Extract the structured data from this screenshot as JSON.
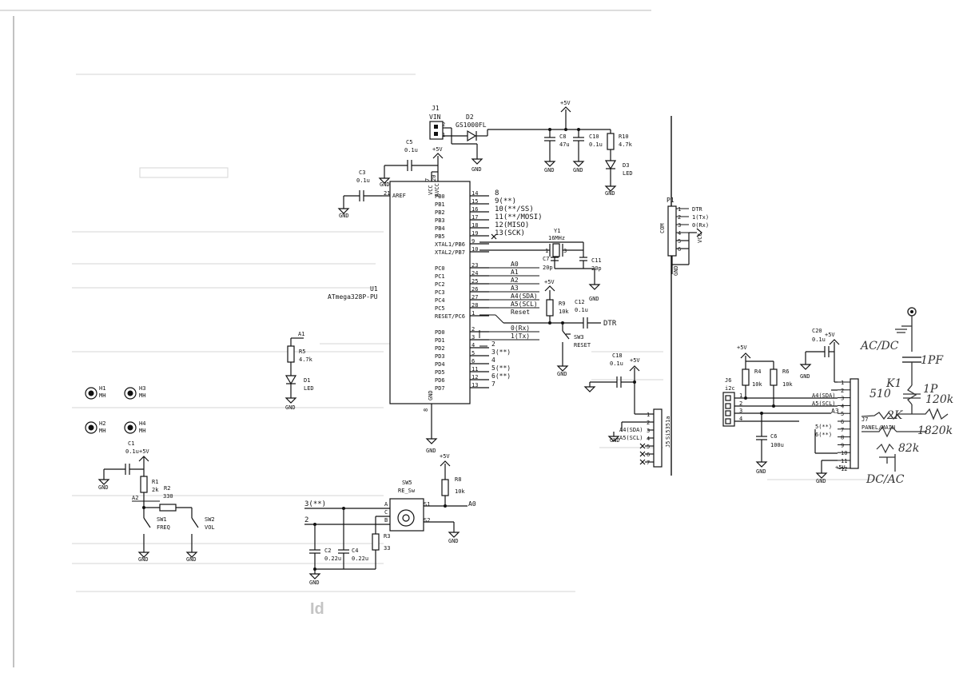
{
  "mcu": {
    "ref": "U1",
    "value": "ATmega328P-PU",
    "left_pins": [
      "AREF"
    ],
    "left_pin_nums": [
      "21"
    ],
    "top_pins": [
      "VCC",
      "AVCC"
    ],
    "top_pin_nums": [
      "7",
      "20"
    ],
    "bottom_pin": "GND",
    "bottom_pin_num": "8",
    "right_pins": [
      "PB0",
      "PB1",
      "PB2",
      "PB3",
      "PB4",
      "PB5",
      "XTAL1/PB6",
      "XTAL2/PB7",
      "PC0",
      "PC1",
      "PC2",
      "PC3",
      "PC4",
      "PC5",
      "RESET/PC6",
      "PD0",
      "PD1",
      "PD2",
      "PD3",
      "PD4",
      "PD5",
      "PD6",
      "PD7"
    ],
    "right_pin_nums": [
      "14",
      "15",
      "16",
      "17",
      "18",
      "19",
      "9",
      "10",
      "23",
      "24",
      "25",
      "26",
      "27",
      "28",
      "1",
      "2",
      "3",
      "4",
      "5",
      "6",
      "11",
      "12",
      "13"
    ]
  },
  "pb_labels": [
    "8",
    "9(**)",
    "10(**/SS)",
    "11(**/MOSI)",
    "12(MISO)",
    "13(SCK)"
  ],
  "pc_labels": [
    "A0",
    "A1",
    "A2",
    "A3",
    "A4(SDA)",
    "A5(SCL)",
    "Reset"
  ],
  "pd_labels": [
    "0(Rx)",
    "1(Tx)",
    "2",
    "3(**)",
    "4",
    "5(**)",
    "6(**)",
    "7"
  ],
  "power": {
    "gnd": "GND",
    "vcc5": "+5V",
    "vcc": "VCC"
  },
  "j1": {
    "ref": "J1",
    "value": "VIN",
    "pins": [
      "2",
      "1"
    ]
  },
  "d2": {
    "ref": "D2",
    "value": "GS1000FL"
  },
  "c8": {
    "ref": "C8",
    "value": "47u"
  },
  "c10": {
    "ref": "C10",
    "value": "0.1u"
  },
  "r10": {
    "ref": "R10",
    "value": "4.7k"
  },
  "d3": {
    "ref": "D3",
    "value": "LED"
  },
  "c5": {
    "ref": "C5",
    "value": "0.1u"
  },
  "c3": {
    "ref": "C3",
    "value": "0.1u"
  },
  "y1": {
    "ref": "Y1",
    "value": "16MHz",
    "pins": [
      "1",
      "3"
    ]
  },
  "c7": {
    "ref": "C7",
    "value": "20p"
  },
  "c11": {
    "ref": "C11",
    "value": "20p"
  },
  "r9": {
    "ref": "R9",
    "value": "10k"
  },
  "c12": {
    "ref": "C12",
    "value": "0.1u"
  },
  "dtr": "DTR",
  "sw3": {
    "ref": "SW3",
    "value": "RESET"
  },
  "p1": {
    "ref": "P1",
    "value": "COM",
    "pins": [
      "1",
      "2",
      "3",
      "4",
      "5",
      "6"
    ],
    "labels": [
      "DTR",
      "1(Tx)",
      "0(Rx)",
      "VCC"
    ]
  },
  "a1": {
    "ref": "A1"
  },
  "r5": {
    "ref": "R5",
    "value": "4.7k"
  },
  "d1": {
    "ref": "D1",
    "value": "LED"
  },
  "holes": [
    {
      "ref": "H1",
      "value": "MH"
    },
    {
      "ref": "H3",
      "value": "MH"
    },
    {
      "ref": "H2",
      "value": "MH"
    },
    {
      "ref": "H4",
      "value": "MH"
    }
  ],
  "c1": {
    "ref": "C1",
    "value": "0.1u"
  },
  "r1": {
    "ref": "R1",
    "value": "2k"
  },
  "r2": {
    "ref": "R2",
    "value": "330"
  },
  "a2": "A2",
  "sw1": {
    "ref": "SW1",
    "value": "FREQ"
  },
  "sw2": {
    "ref": "SW2",
    "value": "VOL"
  },
  "c18": {
    "ref": "C18",
    "value": "0.1u"
  },
  "j5": {
    "ref": "J5",
    "value": "Si5351a",
    "pins": [
      "1",
      "2",
      "3",
      "4",
      "5",
      "6",
      "7"
    ],
    "labels": [
      "A4(SDA)",
      "A5(SCL)"
    ]
  },
  "r8": {
    "ref": "R8",
    "value": "10k"
  },
  "sw5": {
    "ref": "SW5",
    "value": "RE_Sw",
    "pins": [
      "A",
      "C",
      "B",
      "S1",
      "S2"
    ]
  },
  "enc_nets": [
    "3(**)",
    "2",
    "A0"
  ],
  "r3": {
    "ref": "R3",
    "value": "33"
  },
  "c2": {
    "ref": "C2",
    "value": "0.22u"
  },
  "c4": {
    "ref": "C4",
    "value": "0.22u"
  },
  "c20": {
    "ref": "C20",
    "value": "0.1u"
  },
  "j6": {
    "ref": "J6",
    "value": "i2c",
    "pins": [
      "1",
      "2",
      "3",
      "4"
    ]
  },
  "r4": {
    "ref": "R4",
    "value": "10k"
  },
  "r6": {
    "ref": "R6",
    "value": "10k"
  },
  "c6": {
    "ref": "C6",
    "value": "100u"
  },
  "j7": {
    "ref": "J7",
    "value": "PANEL/MAIN",
    "pins": [
      "1",
      "2",
      "3",
      "4",
      "5",
      "6",
      "7",
      "8",
      "9",
      "10",
      "11",
      "12"
    ],
    "labels": [
      "A4(SDA)",
      "A5(SCL)",
      "A3",
      "5(**)",
      "6(**)"
    ]
  },
  "handwritten": [
    "AC/DC",
    "1PF",
    "510",
    "K1",
    "1P",
    "120k",
    "2K",
    "1820k",
    "82k",
    "DC/AC"
  ],
  "page_mark": "Id"
}
